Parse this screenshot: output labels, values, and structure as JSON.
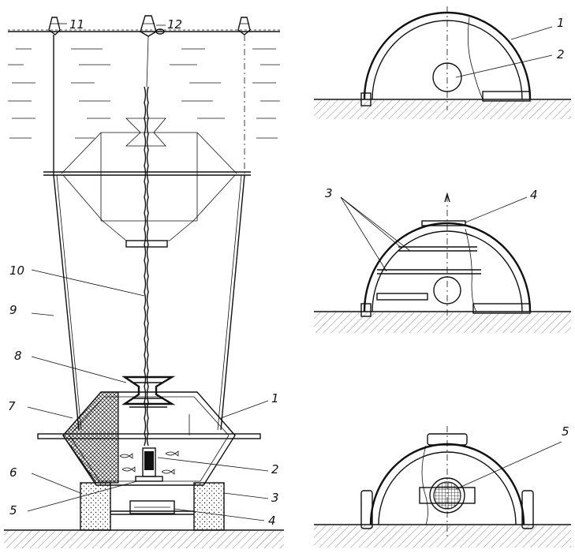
{
  "colors": {
    "ink": "#111111",
    "paper": "#ffffff"
  },
  "left_figure": {
    "callouts": [
      "1",
      "2",
      "3",
      "4",
      "5",
      "6",
      "7",
      "8",
      "9",
      "10",
      "11",
      "12"
    ]
  },
  "right_top": {
    "callouts": [
      "1",
      "2"
    ]
  },
  "right_middle": {
    "callouts": [
      "3",
      "4"
    ]
  },
  "right_bottom": {
    "callouts": [
      "5"
    ]
  }
}
